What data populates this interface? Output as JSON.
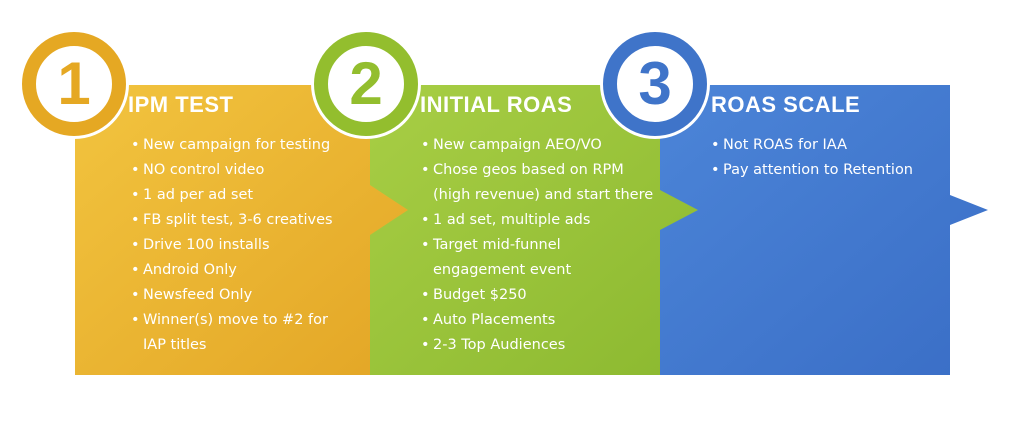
{
  "steps": [
    {
      "number": "1",
      "title": "IPM TEST",
      "color": "#E8B130",
      "ring_color": "#E5A823",
      "bullets": [
        "New campaign for testing",
        "NO control video",
        "1 ad per ad set",
        "FB split test, 3-6 creatives",
        "Drive 100 installs",
        "Android Only",
        "Newsfeed Only",
        "Winner(s) move to #2 for",
        "IAP titles"
      ]
    },
    {
      "number": "2",
      "title": "INITIAL ROAS",
      "color": "#9BC43C",
      "ring_color": "#93BE2E",
      "bullets": [
        "New campaign AEO/VO",
        "Chose geos based on RPM",
        "(high revenue) and start there",
        "1 ad set, multiple ads",
        "Target mid-funnel",
        "engagement event",
        "Budget $250",
        "Auto Placements",
        "2-3 Top Audiences"
      ]
    },
    {
      "number": "3",
      "title": "ROAS SCALE",
      "color": "#4279CF",
      "ring_color": "#3F74C9",
      "bullets": [
        "Not ROAS for IAA",
        "Pay attention to Retention"
      ]
    }
  ]
}
